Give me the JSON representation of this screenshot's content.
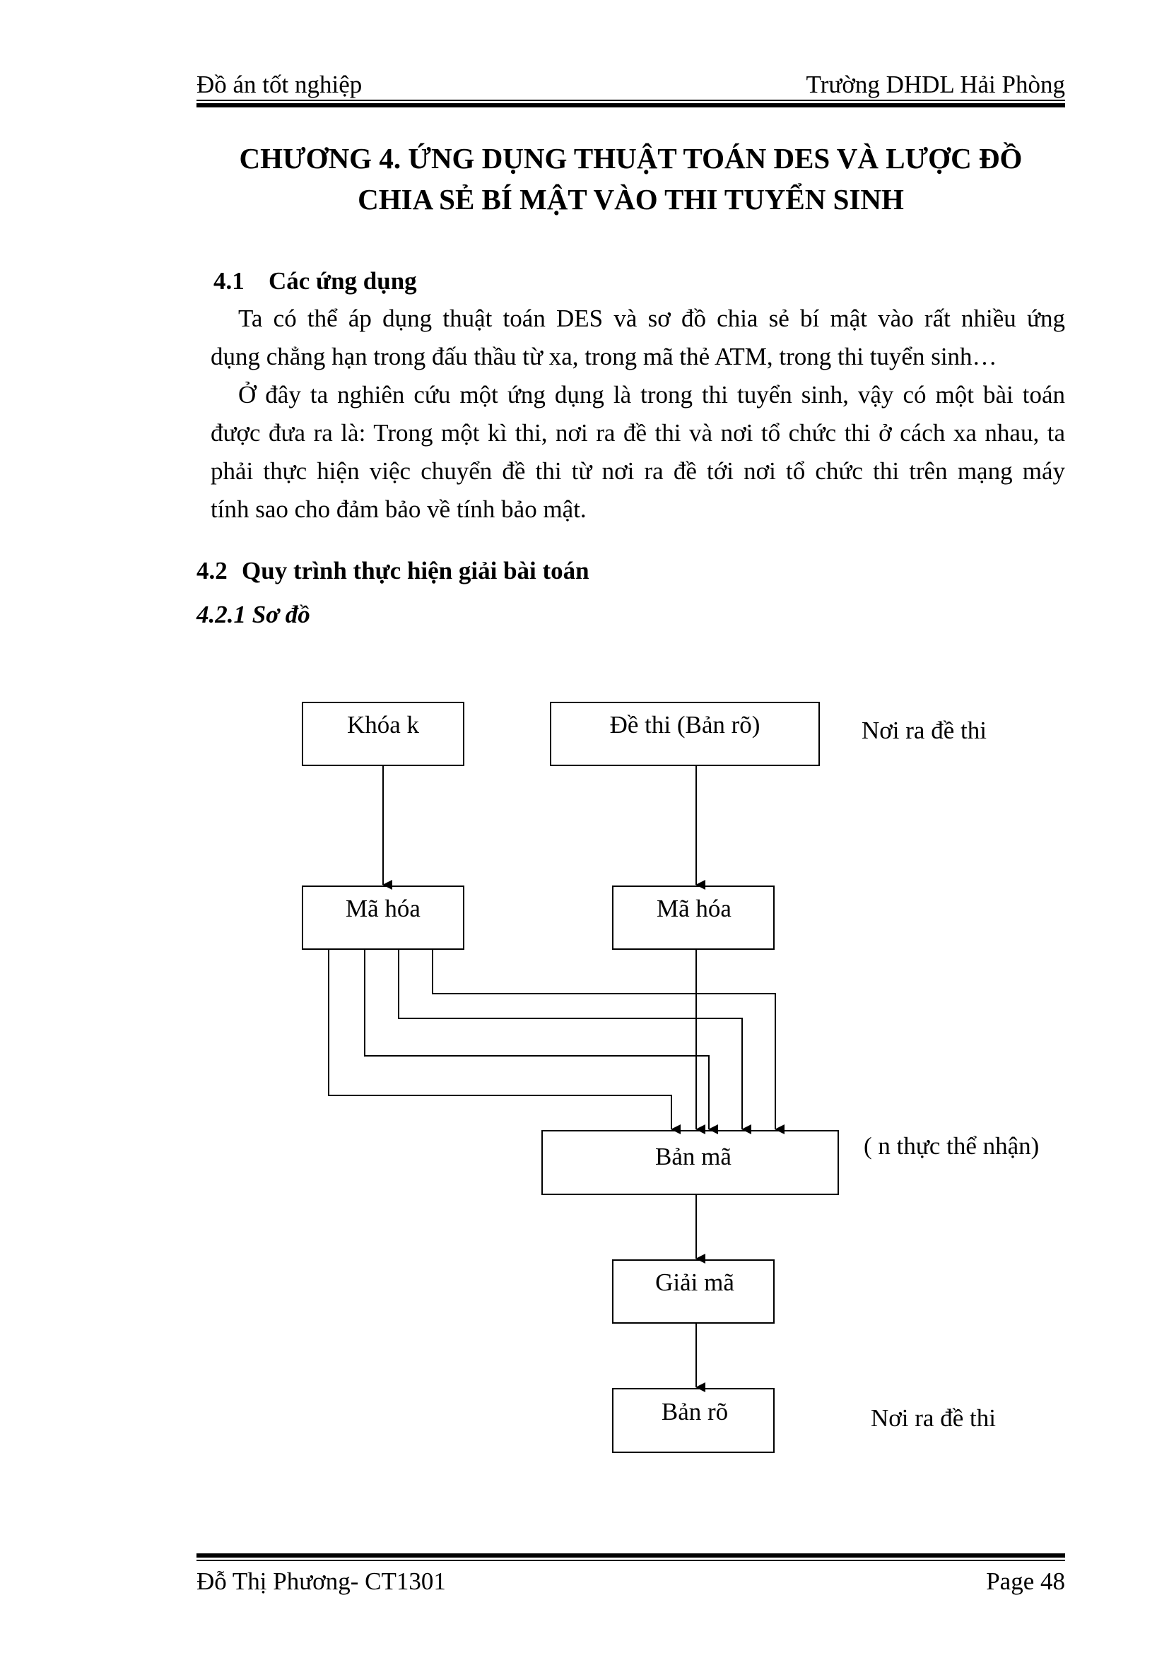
{
  "header": {
    "left": "Đồ án tốt nghiệp",
    "right": "Trường DHDL Hải Phòng"
  },
  "chapter_title": {
    "line1": "CHƯƠNG 4. ỨNG DỤNG THUẬT TOÁN DES VÀ LƯỢC ĐỒ",
    "line2": "CHIA SẺ BÍ MẬT VÀO THI TUYỂN SINH"
  },
  "section_4_1": {
    "number": "4.1",
    "title": "Các ứng dụng",
    "para1_line1": "Ta có thể áp dụng thuật toán DES và sơ đồ chia sẻ bí mật vào rất nhiều ứng",
    "para1_line2": "dụng chẳng hạn trong đấu thầu từ xa, trong mã thẻ ATM, trong thi tuyển sinh…",
    "para2_line1": "Ở đây ta nghiên cứu một ứng dụng là trong thi tuyển sinh, vậy có một bài toán",
    "para2_line2": "được đưa ra là: Trong một kì thi, nơi ra đề thi và nơi tổ chức thi ở cách xa nhau, ta",
    "para2_line3": "phải thực hiện việc chuyển đề thi từ nơi ra đề tới nơi tổ chức thi trên mạng máy",
    "para2_line4": "tính sao cho đảm bảo về tính bảo mật."
  },
  "section_4_2": {
    "number": "4.2",
    "title": "Quy trình thực hiện giải bài toán"
  },
  "section_4_2_1": {
    "title": "4.2.1 Sơ đồ"
  },
  "diagram": {
    "box_key": "Khóa k",
    "box_exam": "Đề thi (Bản rõ)",
    "label_top_right": "Nơi ra đề thi",
    "box_encrypt_left": "Mã hóa",
    "box_encrypt_right": "Mã hóa",
    "box_ciphertext": "Bản mã",
    "label_receivers": "( n thực thể nhận)",
    "box_decrypt": "Giải mã",
    "box_plaintext": "Bản rõ",
    "label_bottom_right": "Nơi ra đề thi"
  },
  "footer": {
    "left": "Đỗ Thị Phương- CT1301",
    "right": "Page 48"
  }
}
